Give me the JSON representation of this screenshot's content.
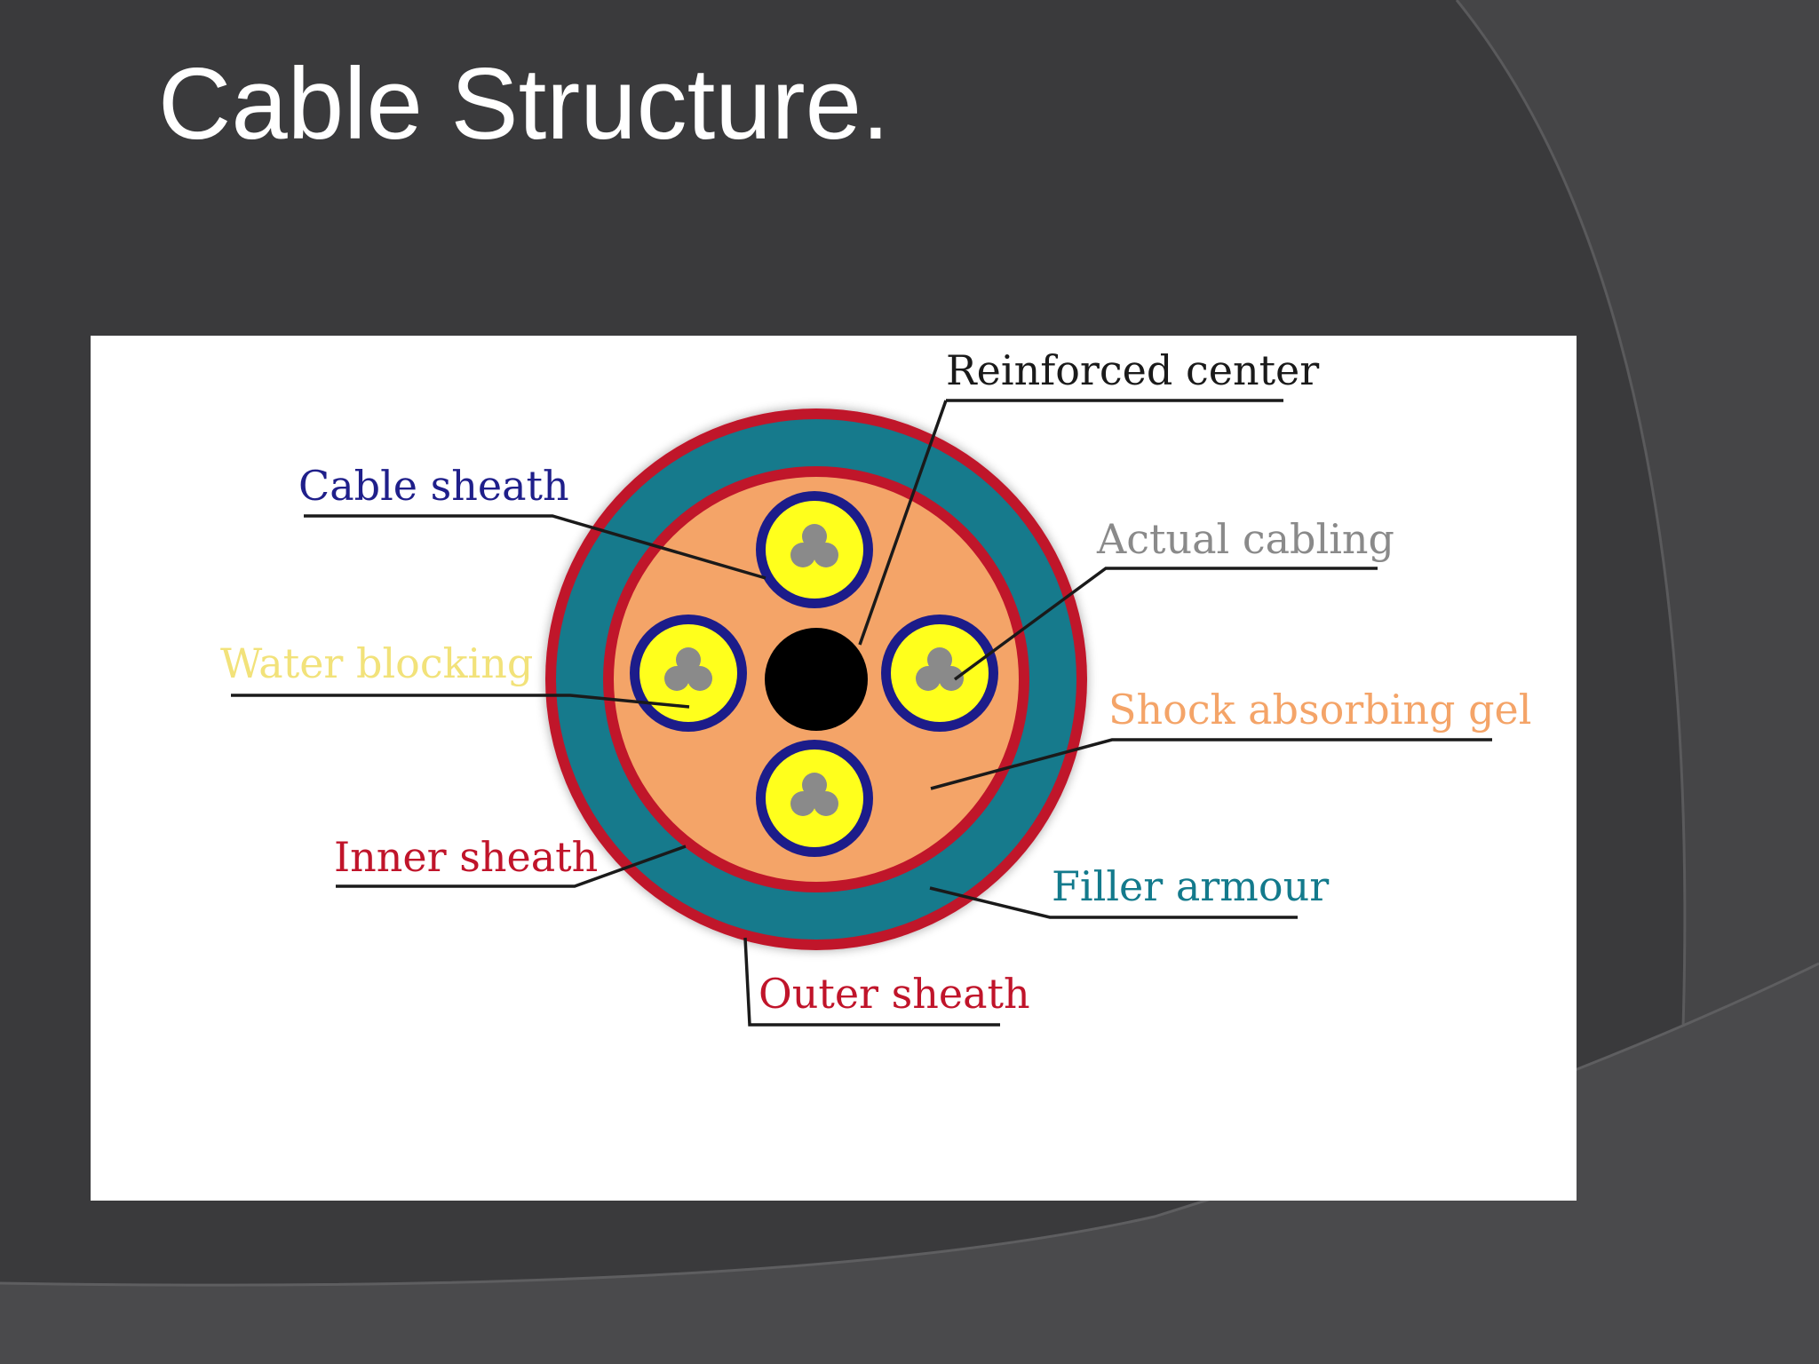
{
  "slide": {
    "title": "Cable Structure."
  },
  "diagram": {
    "labels": {
      "reinforced_center": "Reinforced center",
      "cable_sheath": "Cable sheath",
      "actual_cabling": "Actual cabling",
      "water_blocking": "Water blocking",
      "shock_absorbing_gel": "Shock absorbing gel",
      "inner_sheath": "Inner sheath",
      "filler_armour": "Filler armour",
      "outer_sheath": "Outer sheath"
    },
    "colors": {
      "reinforced_center": "#1a1a1a",
      "cable_sheath": "#1f1f8a",
      "actual_cabling": "#8a8a8a",
      "water_blocking": "#f2e27a",
      "shock_absorbing_gel": "#f4a468",
      "inner_sheath": "#c0142a",
      "filler_armour": "#137a8c",
      "outer_sheath": "#c0142a",
      "slide_background": "#3b3b3d"
    }
  }
}
